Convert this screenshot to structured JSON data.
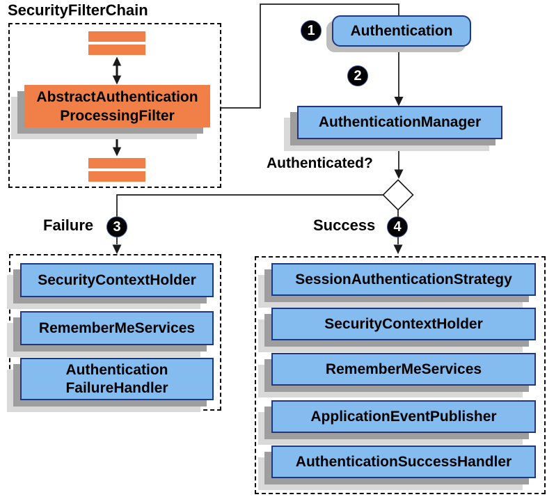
{
  "colors": {
    "orange": "#f08048",
    "node-blue": "#85bcf0",
    "node-border": "#22367d",
    "shadow-dark": "#9e9e9e",
    "shadow-light": "#d9d9d9",
    "rounded-shadow": "#bdbdbd",
    "line": "#1a1a1a"
  },
  "diagram": {
    "filter_chain": {
      "title": "SecurityFilterChain",
      "filter": {
        "lines": [
          "AbstractAuthentication",
          "ProcessingFilter"
        ]
      }
    },
    "nodes": {
      "authentication": {
        "label": "Authentication"
      },
      "authentication_manager": {
        "label": "AuthenticationManager"
      }
    },
    "decision": {
      "question": "Authenticated?"
    },
    "steps": {
      "one": "1",
      "two": "2",
      "three": "3",
      "four": "4"
    },
    "branches": {
      "failure": {
        "label": "Failure",
        "items": [
          {
            "lines": [
              "SecurityContextHolder"
            ]
          },
          {
            "lines": [
              "RememberMeServices"
            ]
          },
          {
            "lines": [
              "Authentication",
              "FailureHandler"
            ]
          }
        ]
      },
      "success": {
        "label": "Success",
        "items": [
          {
            "lines": [
              "SessionAuthenticationStrategy"
            ]
          },
          {
            "lines": [
              "SecurityContextHolder"
            ]
          },
          {
            "lines": [
              "RememberMeServices"
            ]
          },
          {
            "lines": [
              "ApplicationEventPublisher"
            ]
          },
          {
            "lines": [
              "AuthenticationSuccessHandler"
            ]
          }
        ]
      }
    }
  }
}
